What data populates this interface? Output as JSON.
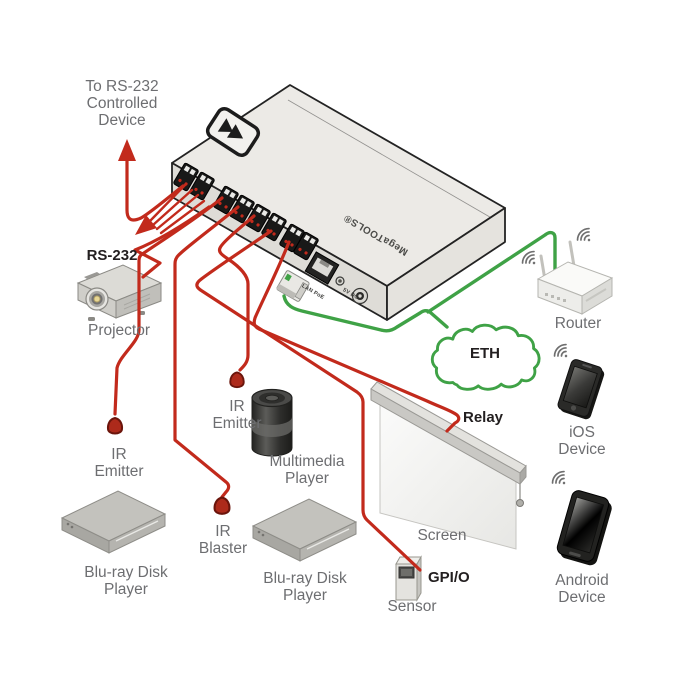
{
  "colors": {
    "wire_red": "#c22a1c",
    "wire_green": "#3fa246",
    "label_gray": "#6d6e71",
    "label_black": "#231f20",
    "chassis_fill": "#eceae6"
  },
  "annotations": {
    "to_rs232_device": "To RS-232\nControlled\nDevice",
    "rs232": "RS-232",
    "relay": "Relay",
    "gpio": "GPI/O",
    "eth": "ETH"
  },
  "controller": {
    "brand": "MegaTOOLS®",
    "lan_port_label": "LAN PoE",
    "power_label": "5V DC"
  },
  "devices": {
    "projector": "Projector",
    "ir_emitter_1": "IR\nEmitter",
    "ir_emitter_2": "IR\nEmitter",
    "ir_blaster": "IR\nBlaster",
    "multimedia_player": "Multimedia\nPlayer",
    "bluray_player_1": "Blu-ray Disk\nPlayer",
    "bluray_player_2": "Blu-ray Disk\nPlayer",
    "screen": "Screen",
    "sensor": "Sensor",
    "router": "Router",
    "ios_device": "iOS\nDevice",
    "android_device": "Android\nDevice"
  }
}
